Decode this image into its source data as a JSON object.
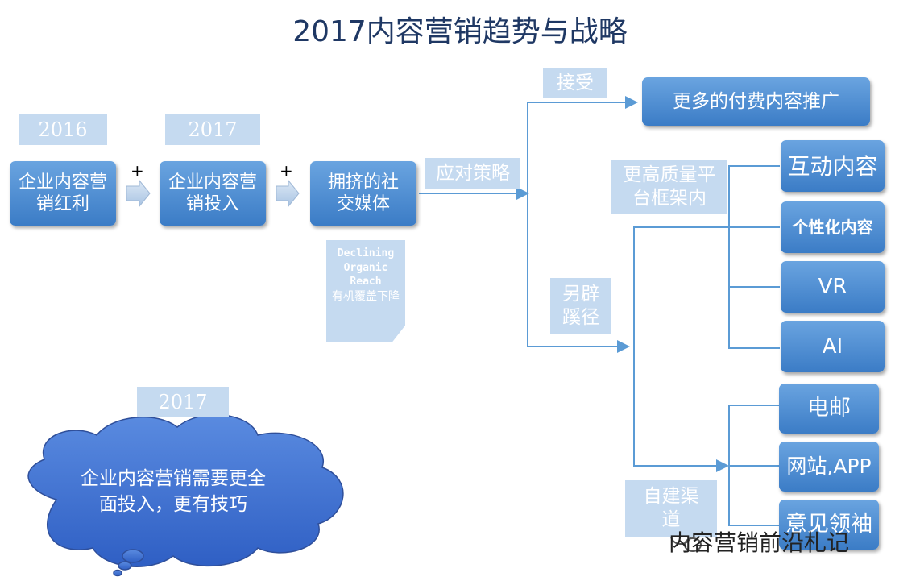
{
  "title": "2017内容营销趋势与战略",
  "years": {
    "y1": "2016",
    "y2": "2017",
    "y3": "2017"
  },
  "flow": {
    "box1": "企业内容营销红利",
    "box2": "企业内容营销投入",
    "box3": "拥挤的社交媒体",
    "plus": "+"
  },
  "note": {
    "en": "Declining Organic Reach",
    "zh": "有机覆盖下降"
  },
  "labels": {
    "strategy": "应对策略",
    "accept": "接受",
    "alternative": "另辟蹊径",
    "higher_quality": "更高质量平台框架内",
    "self_built": "自建渠道"
  },
  "outcomes": {
    "paid": "更多的付费内容推广",
    "interactive": "互动内容",
    "personalized": "个性化内容",
    "vr": "VR",
    "ai": "AI",
    "email": "电邮",
    "website": "网站,APP",
    "kol": "意见领袖"
  },
  "cloud": {
    "text": "企业内容营销需要更全面投入，更有技巧"
  },
  "watermark": "内容营销前沿札记",
  "colors": {
    "box": "#4a8ad4",
    "label_bg": "#c5daf0",
    "line": "#5b9bd5",
    "cloud": "#3f6fd0"
  }
}
